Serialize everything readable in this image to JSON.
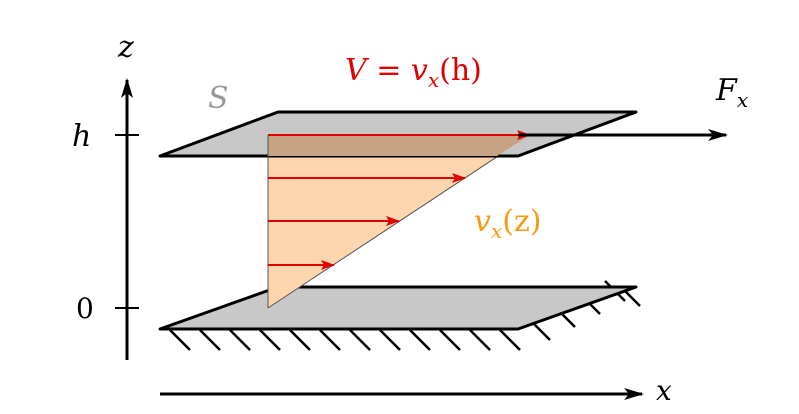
{
  "labels": {
    "z_axis": "z",
    "x_axis": "x",
    "h_tick": "h",
    "zero_tick": "0",
    "surface": "S",
    "force": "F",
    "force_sub": "x",
    "top_velocity": {
      "V": "V",
      "eq": " = ",
      "v": "v",
      "sub": "x",
      "arg": "(h)"
    },
    "profile": {
      "v": "v",
      "sub": "x",
      "arg": "(z)"
    }
  },
  "colors": {
    "axis": "#000000",
    "plate_fill": "#c8c8c8",
    "plate_stroke": "#000000",
    "profile_fill": "#fdd5ae",
    "profile_overlap": "#c8a383",
    "profile_edge": "#555555",
    "arrows": "#e00000",
    "velocity_label": "#e00000",
    "profile_label": "#f39c12",
    "surface_label": "#999999"
  }
}
